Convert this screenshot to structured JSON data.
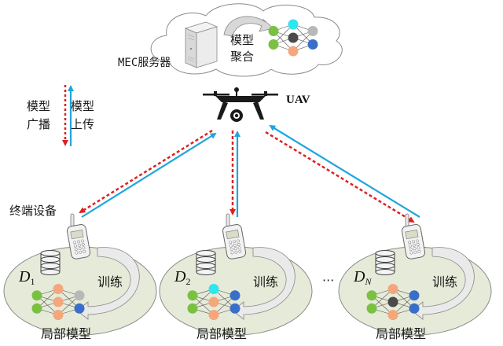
{
  "cloud": {
    "server_label": "MEC服务器",
    "aggregation_label_line1": "模型",
    "aggregation_label_line2": "聚合"
  },
  "uav": {
    "label": "UAV"
  },
  "legend": {
    "broadcast_line1": "模型",
    "broadcast_line2": "广播",
    "upload_line1": "模型",
    "upload_line2": "上传",
    "broadcast_color": "#e02020",
    "upload_color": "#1fa6dc"
  },
  "terminal_label": "终端设备",
  "ellipsis": "···",
  "devices": [
    {
      "dataset": "D",
      "subscript": "1",
      "train_label": "训练",
      "model_label": "局部模型",
      "nodes": {
        "input": [
          "#7ac142",
          "#7ac142"
        ],
        "hidden": [
          "#f4a77c",
          "#f4a77c",
          "#f4a77c"
        ],
        "output": [
          "#b8b8b8",
          "#3a6fc9"
        ]
      }
    },
    {
      "dataset": "D",
      "subscript": "2",
      "train_label": "训练",
      "model_label": "局部模型",
      "nodes": {
        "input": [
          "#7ac142",
          "#7ac142"
        ],
        "hidden": [
          "#2ee6ee",
          "#f4a77c",
          "#f4a77c"
        ],
        "output": [
          "#3a6fc9",
          "#3a6fc9"
        ]
      }
    },
    {
      "dataset": "D",
      "subscript": "N",
      "train_label": "训练",
      "model_label": "局部模型",
      "nodes": {
        "input": [
          "#7ac142",
          "#7ac142"
        ],
        "hidden": [
          "#f4a77c",
          "#4a4a4a",
          "#f4a77c"
        ],
        "output": [
          "#3a6fc9",
          "#3a6fc9"
        ]
      }
    }
  ],
  "global_model_nodes": {
    "input": [
      "#7ac142",
      "#7ac142"
    ],
    "hidden": [
      "#2ee6ee",
      "#4a4a4a",
      "#f4a77c"
    ],
    "output": [
      "#b8b8b8",
      "#3a6fc9"
    ]
  }
}
